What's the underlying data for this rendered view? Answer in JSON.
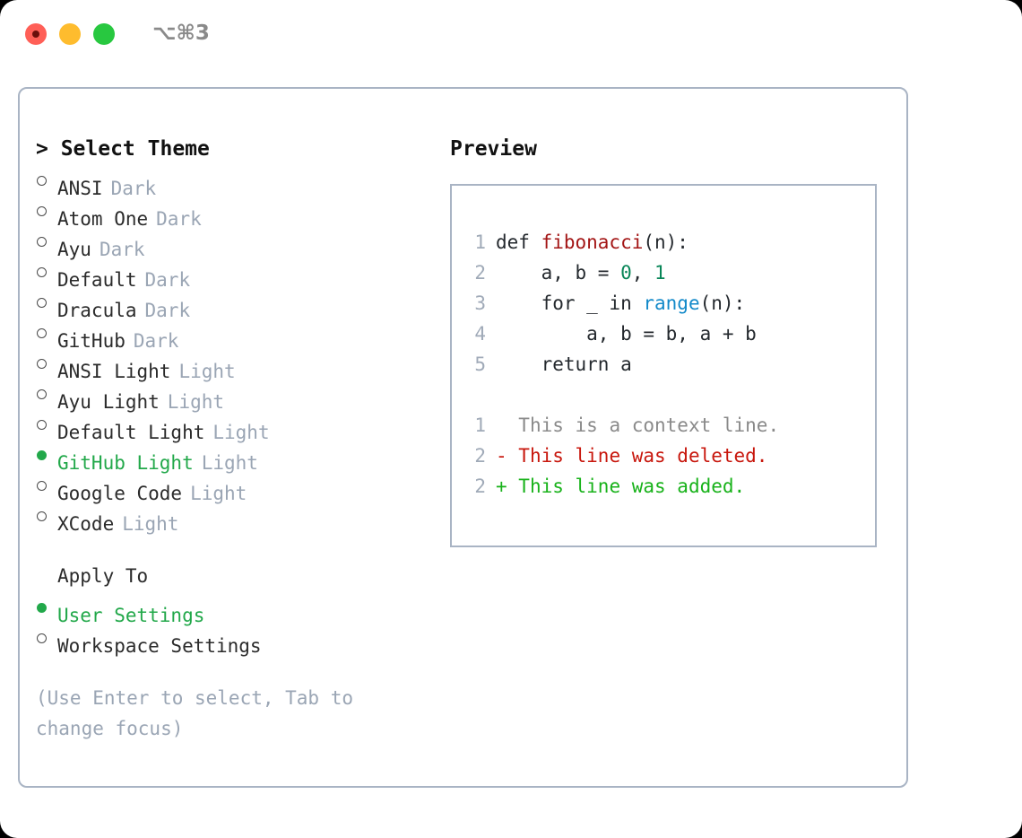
{
  "titlebar": {
    "shortcut": "⌥⌘3",
    "buttons": [
      {
        "name": "close",
        "color": "#FF5F57"
      },
      {
        "name": "minimize",
        "color": "#FEBC2E"
      },
      {
        "name": "maximize",
        "color": "#28C840"
      }
    ]
  },
  "theme_selector": {
    "header": "> Select Theme",
    "items": [
      {
        "label": "ANSI",
        "suffix": "Dark",
        "selected": false
      },
      {
        "label": "Atom One",
        "suffix": "Dark",
        "selected": false
      },
      {
        "label": "Ayu",
        "suffix": "Dark",
        "selected": false
      },
      {
        "label": "Default",
        "suffix": "Dark",
        "selected": false
      },
      {
        "label": "Dracula",
        "suffix": "Dark",
        "selected": false
      },
      {
        "label": "GitHub",
        "suffix": "Dark",
        "selected": false
      },
      {
        "label": "ANSI Light",
        "suffix": "Light",
        "selected": false
      },
      {
        "label": "Ayu Light",
        "suffix": "Light",
        "selected": false
      },
      {
        "label": "Default Light",
        "suffix": "Light",
        "selected": false
      },
      {
        "label": "GitHub Light",
        "suffix": "Light",
        "selected": true
      },
      {
        "label": "Google Code",
        "suffix": "Light",
        "selected": false
      },
      {
        "label": "XCode",
        "suffix": "Light",
        "selected": false
      }
    ]
  },
  "apply_to": {
    "header": "Apply To",
    "options": [
      {
        "label": "User Settings",
        "selected": true
      },
      {
        "label": "Workspace Settings",
        "selected": false
      }
    ]
  },
  "hint": "(Use Enter to select, Tab to change focus)",
  "preview": {
    "title": "Preview",
    "code_lines": [
      {
        "num": "1",
        "tokens": [
          {
            "text": "def ",
            "kind": "kw"
          },
          {
            "text": "fibonacci",
            "kind": "fn"
          },
          {
            "text": "(n):",
            "kind": "plain"
          }
        ]
      },
      {
        "num": "2",
        "tokens": [
          {
            "text": "    a, b = ",
            "kind": "plain"
          },
          {
            "text": "0",
            "kind": "num"
          },
          {
            "text": ", ",
            "kind": "plain"
          },
          {
            "text": "1",
            "kind": "num"
          }
        ]
      },
      {
        "num": "3",
        "tokens": [
          {
            "text": "    for _ in ",
            "kind": "kw"
          },
          {
            "text": "range",
            "kind": "call"
          },
          {
            "text": "(n):",
            "kind": "plain"
          }
        ]
      },
      {
        "num": "4",
        "tokens": [
          {
            "text": "        a, b = b, a + b",
            "kind": "plain"
          }
        ]
      },
      {
        "num": "5",
        "tokens": [
          {
            "text": "    return a",
            "kind": "kw"
          }
        ]
      }
    ],
    "diff_lines": [
      {
        "num": "1",
        "marker": "  ",
        "text": "This is a context line.",
        "kind": "context"
      },
      {
        "num": "2",
        "marker": "- ",
        "text": "This line was deleted.",
        "kind": "deleted"
      },
      {
        "num": "2",
        "marker": "+ ",
        "text": "This line was added.",
        "kind": "added"
      }
    ]
  },
  "colors": {
    "accent_green": "#22A84A",
    "muted_gray": "#9AA5B4",
    "border": "#A9B4C4",
    "fn_red": "#A31515",
    "num_teal": "#098658",
    "call_blue": "#1289C9",
    "diff_add": "#18B21A",
    "diff_del": "#C8170D"
  }
}
